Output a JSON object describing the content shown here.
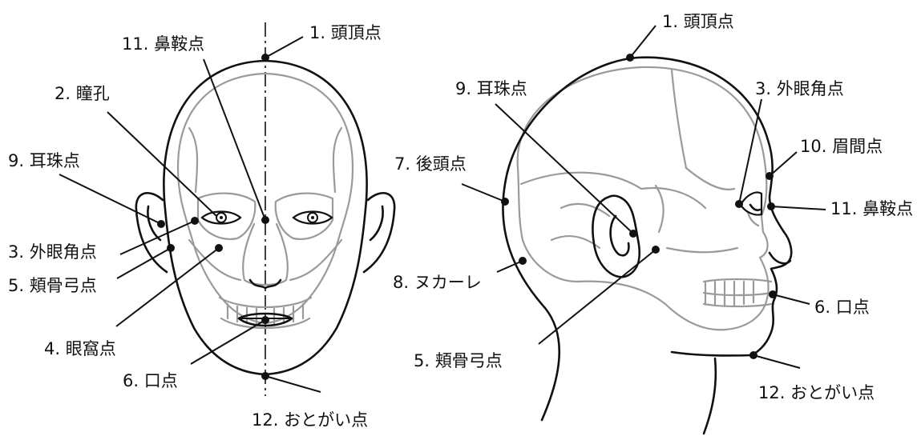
{
  "front_view": {
    "labels": {
      "vertex": "1. 頭頂点",
      "nasion": "11. 鼻鞍点",
      "pupil": "2. 瞳孔",
      "tragion": "9. 耳珠点",
      "exocanthion": "3. 外眼角点",
      "zygion": "5. 頬骨弓点",
      "orbitale": "4. 眼窩点",
      "stomion": "6. 口点",
      "gnathion": "12. おとがい点"
    }
  },
  "side_view": {
    "labels": {
      "vertex": "1. 頭頂点",
      "tragion": "9. 耳珠点",
      "exocanthion": "3. 外眼角点",
      "glabella": "10. 眉間点",
      "nasion": "11. 鼻鞍点",
      "opisthocranion": "7. 後頭点",
      "nuchale": "8. ヌカーレ",
      "stomion": "6. 口点",
      "zygion": "5. 頬骨弓点",
      "gnathion": "12. おとがい点"
    }
  }
}
